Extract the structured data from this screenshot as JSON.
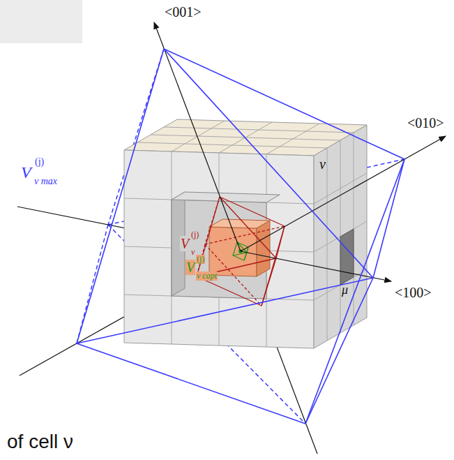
{
  "diagram": {
    "labels": [
      "<001>",
      "<010>",
      "<100>",
      "V",
      "(j)",
      "ν max",
      "V",
      "(j)",
      "ν",
      "V",
      "(j)",
      "ν capt",
      "ν",
      "μ",
      "of cell ν"
    ]
  }
}
